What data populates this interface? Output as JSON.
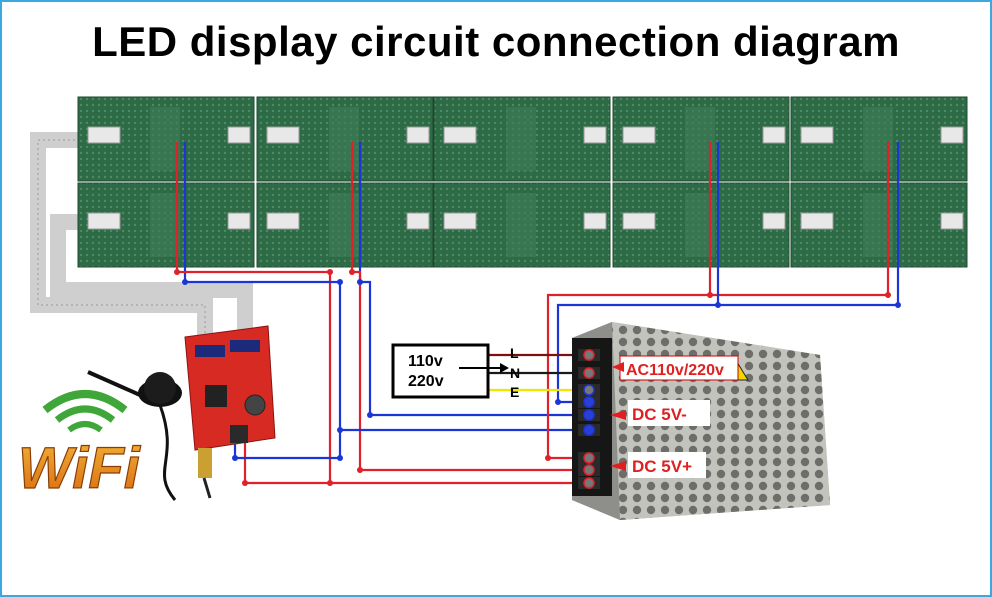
{
  "title": "LED display circuit connection diagram",
  "mains_box": {
    "line1": "110v",
    "line2": "220v"
  },
  "terminal_letters": {
    "l": "L",
    "n": "N",
    "e": "E"
  },
  "psu_labels": {
    "ac": "AC110v/220v",
    "dc_minus": "DC 5V-",
    "dc_plus": "DC 5V+"
  },
  "wifi_logo": "WiFi",
  "colors": {
    "frame": "#3aa9e0",
    "positive_wire": "#e0202a",
    "negative_wire": "#1c35d6",
    "earth_wire": "#f2e600",
    "live_wire": "#7a1010",
    "neutral_wire": "#1a1a1a",
    "led_panel": "#2f6b45",
    "controller": "#d92a24",
    "psu_body": "#b9b9b4",
    "label_red": "#e02020"
  }
}
